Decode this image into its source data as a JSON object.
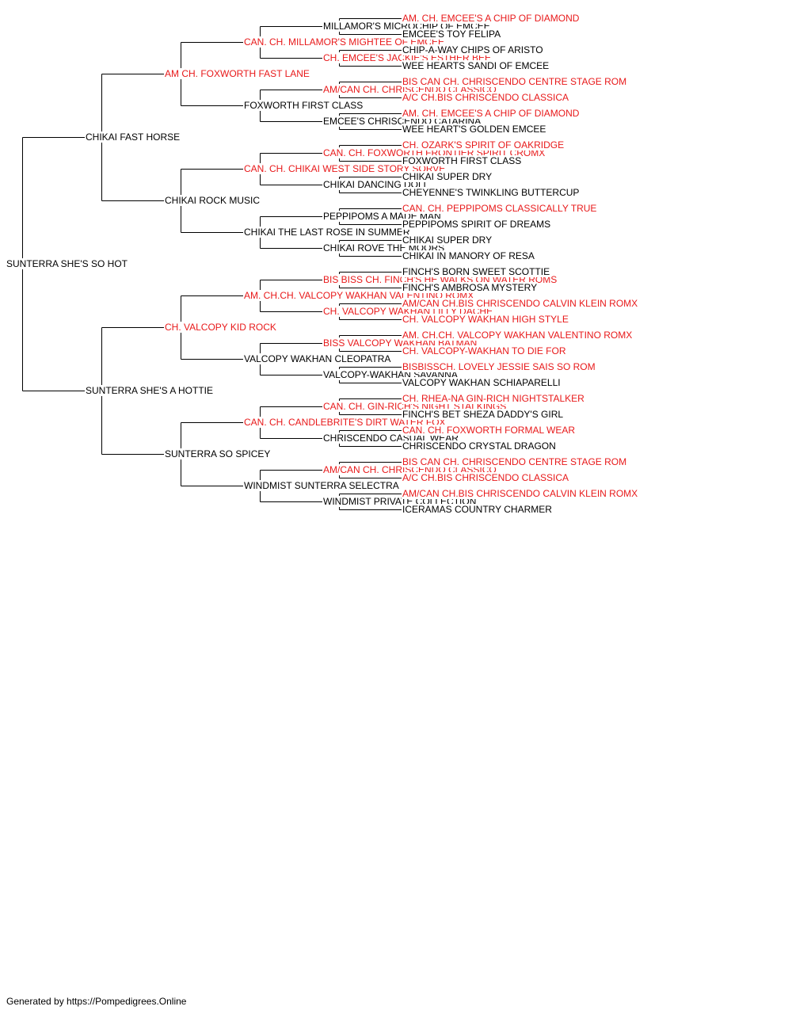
{
  "accent_color": "#e8191a",
  "text_color": "#000000",
  "line_color": "#000000",
  "footer": "Generated by https://Pompedigrees.Online",
  "pedigree": [
    {
      "name": "SUNTERRA SHE'S SO HOT",
      "titled": false
    },
    {
      "name": "CHIKAI FAST HORSE",
      "titled": false
    },
    {
      "name": "SUNTERRA SHE'S A HOTTIE",
      "titled": false
    },
    {
      "name": "AM CH. FOXWORTH FAST LANE",
      "titled": true
    },
    {
      "name": "CHIKAI ROCK MUSIC",
      "titled": false
    },
    {
      "name": "CH. VALCOPY KID ROCK",
      "titled": true
    },
    {
      "name": "SUNTERRA SO SPICEY",
      "titled": false
    },
    {
      "name": "CAN. CH. MILLAMOR'S MIGHTEE OF EMCEE",
      "titled": true
    },
    {
      "name": "FOXWORTH FIRST CLASS",
      "titled": false
    },
    {
      "name": "CAN. CH. CHIKAI WEST SIDE STORY SORVE",
      "titled": true
    },
    {
      "name": "CHIKAI THE LAST ROSE IN SUMMER",
      "titled": false
    },
    {
      "name": "AM. CH.CH. VALCOPY WAKHAN VALENTINO ROMX",
      "titled": true
    },
    {
      "name": "VALCOPY WAKHAN CLEOPATRA",
      "titled": false
    },
    {
      "name": "CAN. CH. CANDLEBRITE'S DIRT WATER FOX",
      "titled": true
    },
    {
      "name": "WINDMIST SUNTERRA SELECTRA",
      "titled": false
    },
    {
      "name": "MILLAMOR'S MICROCHIP OF EMCEE",
      "titled": false
    },
    {
      "name": "CH. EMCEE'S JACKIE'S ESTHER BEE",
      "titled": true
    },
    {
      "name": "AM/CAN CH. CHRISCENDO CLASSICO",
      "titled": true
    },
    {
      "name": "EMCEE'S CHRISCENDO CATARINA",
      "titled": false
    },
    {
      "name": "CAN. CH. FOXWORTH FRONTIER SPIRIT CROMX",
      "titled": true
    },
    {
      "name": "CHIKAI DANCING DOLL",
      "titled": false
    },
    {
      "name": "PEPPIPOMS A MADE MAN",
      "titled": false
    },
    {
      "name": "CHIKAI ROVE THE MOORS",
      "titled": false
    },
    {
      "name": "BIS BISS CH. FINCH'S HE WALKS ON WATER ROMS",
      "titled": true
    },
    {
      "name": "CH. VALCOPY WAKHAN LILLY DACHE",
      "titled": true
    },
    {
      "name": "BISS VALCOPY WAKHAN BATMAN",
      "titled": true
    },
    {
      "name": "VALCOPY-WAKHAN SAVANNA",
      "titled": false
    },
    {
      "name": "CAN. CH. GIN-RICH'S NIGHT STALKINGS",
      "titled": true
    },
    {
      "name": "CHRISCENDO CASUAL WEAR",
      "titled": false
    },
    {
      "name": "AM/CAN CH. CHRISCENDO CLASSICO",
      "titled": true
    },
    {
      "name": "WINDMIST PRIVATE COLLECTION",
      "titled": false
    },
    {
      "name": "AM. CH. EMCEE'S A CHIP OF DIAMOND",
      "titled": true
    },
    {
      "name": "EMCEE'S TOY FELIPA",
      "titled": false
    },
    {
      "name": "CHIP-A-WAY CHIPS OF ARISTO",
      "titled": false
    },
    {
      "name": "WEE HEARTS SANDI OF EMCEE",
      "titled": false
    },
    {
      "name": "BIS CAN CH. CHRISCENDO CENTRE STAGE ROM",
      "titled": true
    },
    {
      "name": "A/C CH.BIS CHRISCENDO CLASSICA",
      "titled": true
    },
    {
      "name": "AM. CH. EMCEE'S A CHIP OF DIAMOND",
      "titled": true
    },
    {
      "name": "WEE HEART'S GOLDEN EMCEE",
      "titled": false
    },
    {
      "name": "CH. OZARK'S SPIRIT OF OAKRIDGE",
      "titled": true
    },
    {
      "name": "FOXWORTH FIRST CLASS",
      "titled": false
    },
    {
      "name": "CHIKAI SUPER DRY",
      "titled": false
    },
    {
      "name": "CHEYENNE'S TWINKLING BUTTERCUP",
      "titled": false
    },
    {
      "name": "CAN. CH. PEPPIPOMS CLASSICALLY TRUE",
      "titled": true
    },
    {
      "name": "PEPPIPOMS SPIRIT OF DREAMS",
      "titled": false
    },
    {
      "name": "CHIKAI SUPER DRY",
      "titled": false
    },
    {
      "name": "CHIKAI IN MANORY OF RESA",
      "titled": false
    },
    {
      "name": "FINCH'S BORN SWEET SCOTTIE",
      "titled": false
    },
    {
      "name": "FINCH'S AMBROSA MYSTERY",
      "titled": false
    },
    {
      "name": "AM/CAN CH.BIS CHRISCENDO CALVIN KLEIN ROMX",
      "titled": true
    },
    {
      "name": "CH. VALCOPY WAKHAN HIGH STYLE",
      "titled": true
    },
    {
      "name": "AM. CH.CH. VALCOPY WAKHAN VALENTINO ROMX",
      "titled": true
    },
    {
      "name": "CH. VALCOPY-WAKHAN TO DIE FOR",
      "titled": true
    },
    {
      "name": "BISBISSCH. LOVELY JESSIE SAIS SO ROM",
      "titled": true
    },
    {
      "name": "VALCOPY WAKHAN SCHIAPARELLI",
      "titled": false
    },
    {
      "name": "CH. RHEA-NA GIN-RICH NIGHTSTALKER",
      "titled": true
    },
    {
      "name": "FINCH'S BET SHEZA DADDY'S GIRL",
      "titled": false
    },
    {
      "name": "CAN. CH. FOXWORTH FORMAL WEAR",
      "titled": true
    },
    {
      "name": "CHRISCENDO CRYSTAL DRAGON",
      "titled": false
    },
    {
      "name": "BIS CAN CH. CHRISCENDO CENTRE STAGE ROM",
      "titled": true
    },
    {
      "name": "A/C CH.BIS CHRISCENDO CLASSICA",
      "titled": true
    },
    {
      "name": "AM/CAN CH.BIS CHRISCENDO CALVIN KLEIN ROMX",
      "titled": true
    },
    {
      "name": "ICERAMAS COUNTRY CHARMER",
      "titled": false
    }
  ]
}
